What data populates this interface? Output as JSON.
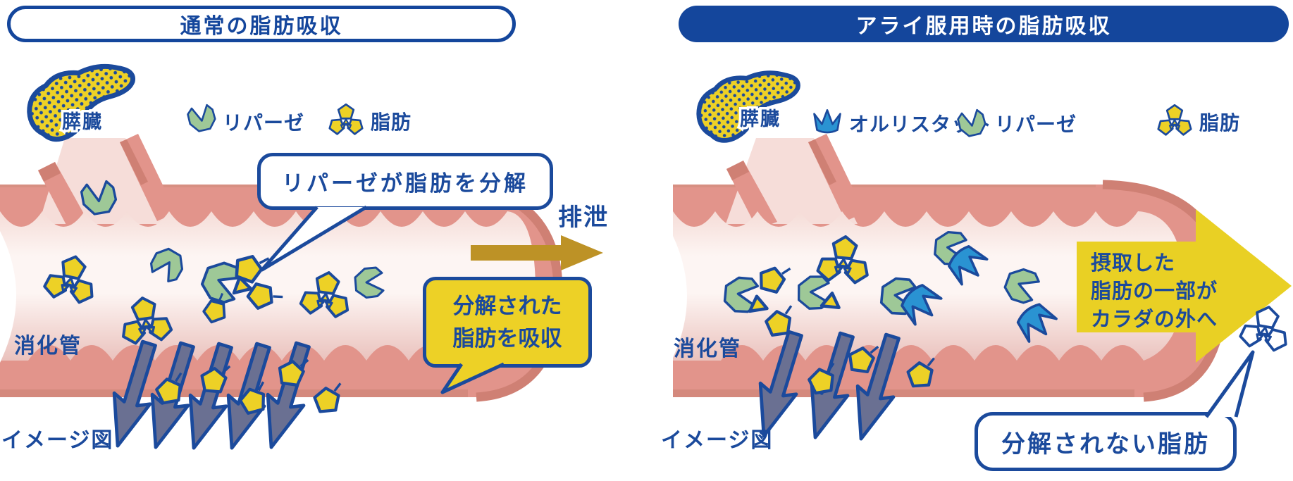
{
  "palette": {
    "blue": "#1b4a9c",
    "header_blue": "#14469c",
    "fat_yellow": "#edd126",
    "lipase_green": "#9ec897",
    "orlistat_cyan": "#2a93d2",
    "tract_salmon": "#e2948b",
    "tract_salmon_dark": "#cf8074",
    "absorb_slate": "#6a7092",
    "excrete_gold": "#bd9226"
  },
  "left_panel": {
    "header": "通常の脂肪吸収",
    "pancreas_label": "膵臓",
    "legend": [
      {
        "icon": "lipase-icon",
        "label": "リパーゼ"
      },
      {
        "icon": "fat-icon",
        "label": "脂肪"
      }
    ],
    "speech_bubble": "リパーゼが脂肪を分解",
    "excretion_label": "排泄",
    "callout_lines": [
      "分解された",
      "脂肪を吸収"
    ],
    "tract_label": "消化管",
    "caption": "イメージ図"
  },
  "right_panel": {
    "header": "アライ服用時の脂肪吸収",
    "pancreas_label": "膵臓",
    "legend": [
      {
        "icon": "orlistat-icon",
        "label": "オルリスタット"
      },
      {
        "icon": "lipase-icon",
        "label": "リパーゼ"
      },
      {
        "icon": "fat-icon",
        "label": "脂肪"
      }
    ],
    "arrow_lines": [
      "摂取した",
      "脂肪の一部が",
      "カラダの外へ"
    ],
    "speech_bubble": "分解されない脂肪",
    "tract_label": "消化管",
    "caption": "イメージ図"
  }
}
